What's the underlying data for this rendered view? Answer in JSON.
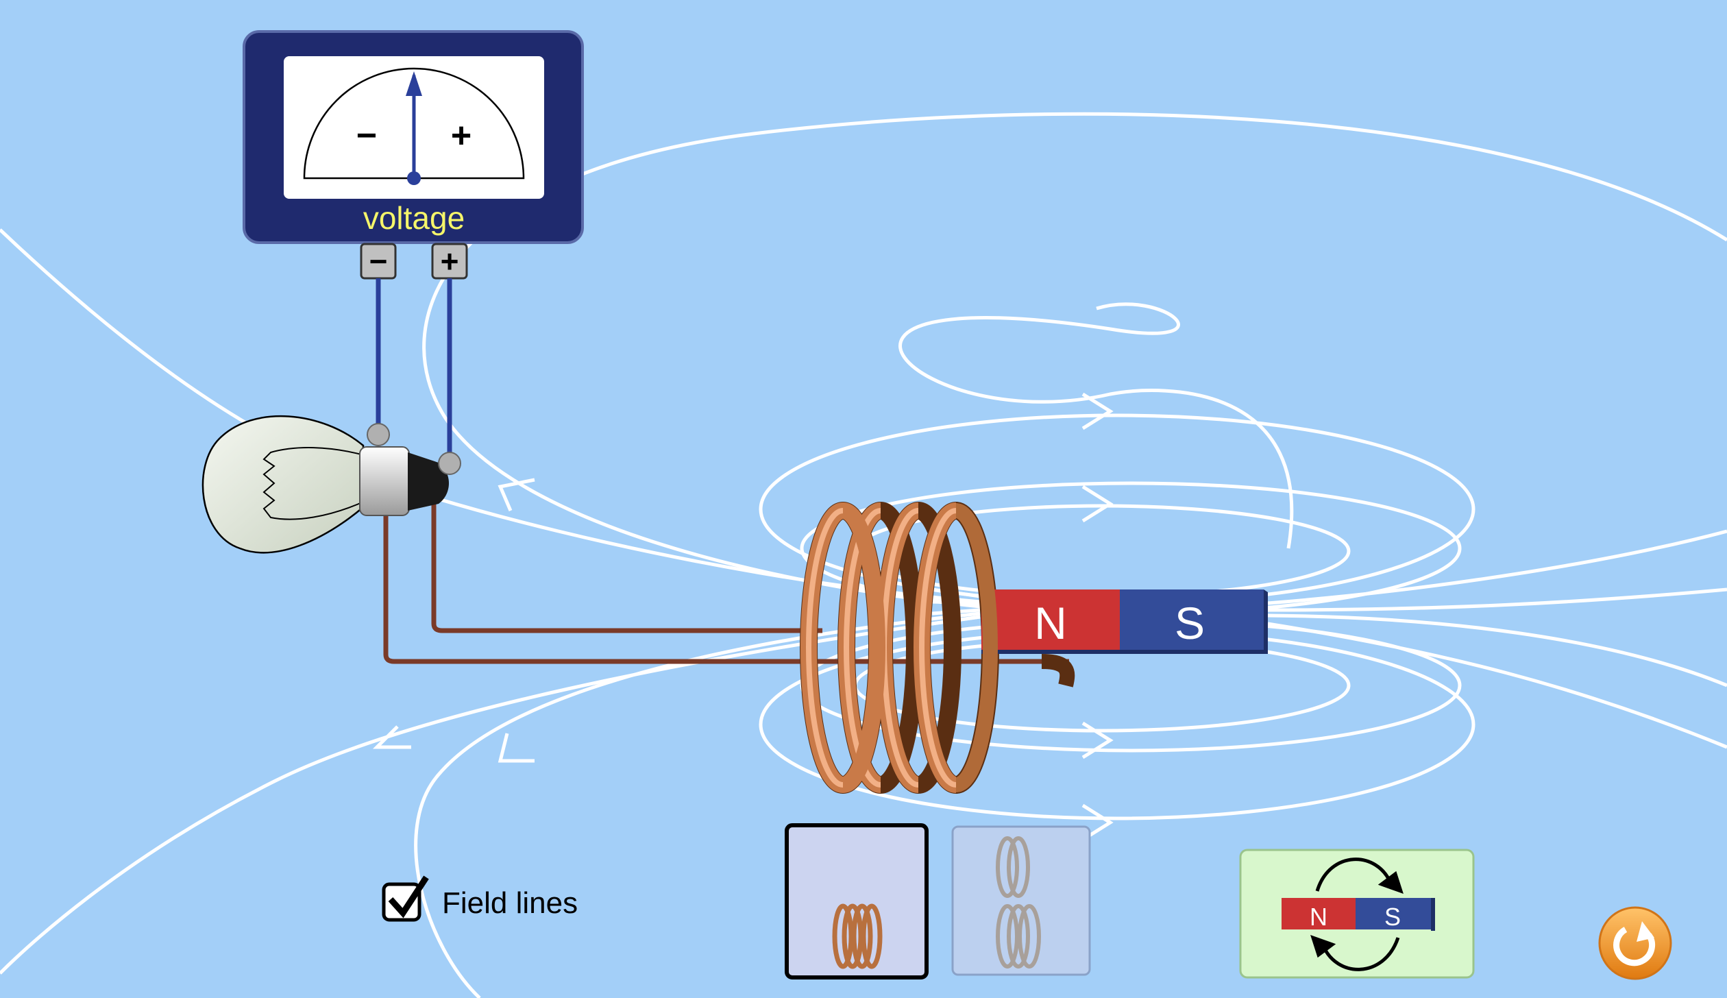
{
  "app": {
    "background": "#a3cff8"
  },
  "voltmeter": {
    "label": "voltage",
    "label_color": "#f5f56a",
    "needle_value": 0,
    "dial_minus": "−",
    "dial_plus": "+",
    "terminal_minus": "−",
    "terminal_plus": "+"
  },
  "magnet": {
    "north": "N",
    "south": "S",
    "north_color": "#cc3333",
    "south_color": "#334c99"
  },
  "field_lines_checkbox": {
    "label": "Field lines",
    "checked": true
  },
  "coil_selector": {
    "options": [
      "four-loop-coil",
      "two-and-three-loop-coils"
    ],
    "selected": 0
  },
  "flip_magnet_button": {
    "north": "N",
    "south": "S"
  },
  "reset_button": {
    "icon": "reset-icon",
    "color": "#f0962a"
  },
  "wire_color": "#7a3a28",
  "lead_color": "#2a3f9a"
}
